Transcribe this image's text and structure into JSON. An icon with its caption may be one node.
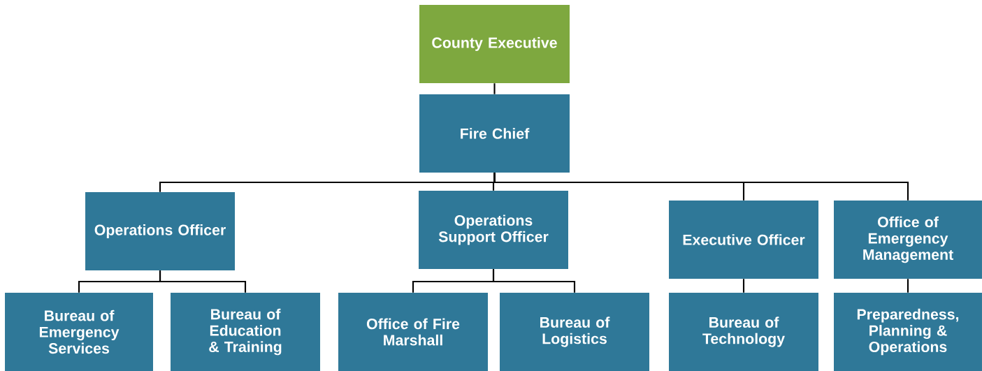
{
  "diagram": {
    "nodes": [
      {
        "text": [
          "County Executive"
        ]
      },
      {
        "text": [
          "Fire Chief"
        ]
      },
      {
        "text": [
          "Operations Officer"
        ]
      },
      {
        "text": [
          "Operations Support Officer"
        ]
      },
      {
        "text": [
          "Executive Officer"
        ]
      },
      {
        "text": [
          "Office of Emergency Management"
        ]
      },
      {
        "text": [
          "Bureau of Emergency Services"
        ]
      },
      {
        "text": [
          "Bureau of Education & Training"
        ]
      },
      {
        "text": [
          "Office of Fire Marshall"
        ]
      },
      {
        "text": [
          "Bureau of Logistics"
        ]
      },
      {
        "text": [
          "Bureau of Technology"
        ]
      },
      {
        "text": [
          "Preparedness, Planning & Operations"
        ]
      }
    ],
    "edges": [
      {
        "from": 0,
        "to": 1,
        "arrow": "none"
      },
      {
        "from": 1,
        "to": 2,
        "arrow": "none"
      },
      {
        "from": 1,
        "to": 3,
        "arrow": "none"
      },
      {
        "from": 1,
        "to": 4,
        "arrow": "none"
      },
      {
        "from": 1,
        "to": 5,
        "arrow": "none"
      },
      {
        "from": 2,
        "to": 6,
        "arrow": "none"
      },
      {
        "from": 2,
        "to": 7,
        "arrow": "none"
      },
      {
        "from": 3,
        "to": 8,
        "arrow": "none"
      },
      {
        "from": 3,
        "to": 9,
        "arrow": "none"
      },
      {
        "from": 4,
        "to": 10,
        "arrow": "none"
      },
      {
        "from": 5,
        "to": 11,
        "arrow": "none"
      }
    ]
  }
}
